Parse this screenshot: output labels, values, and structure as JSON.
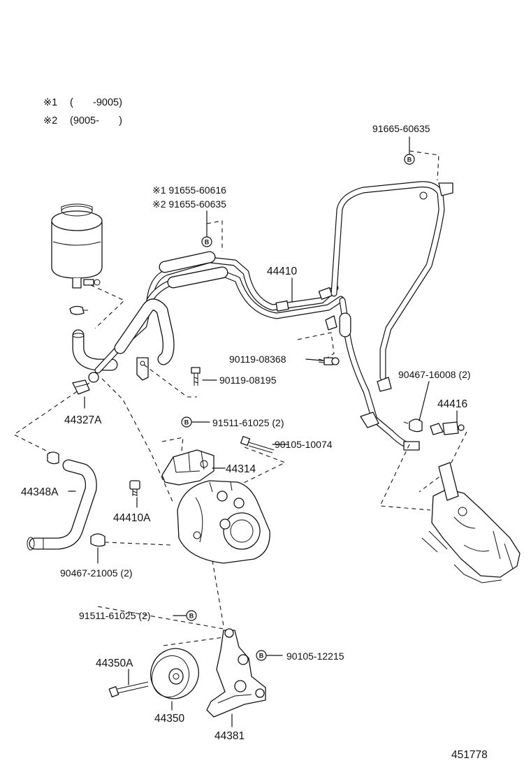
{
  "notes": [
    {
      "mark": "※1",
      "range": "(       -9005)"
    },
    {
      "mark": "※2",
      "range": "(9005-       )"
    }
  ],
  "bolt_marker": "B",
  "labels": {
    "p91665_60635_top": "91665-60635",
    "p91655_60616": "※1 91655-60616",
    "p91655_60635": "※2 91655-60635",
    "p44410": "44410",
    "p90119_08368": "90119-08368",
    "p90119_08195": "90119-08195",
    "p44327A": "44327A",
    "p91511_61025_a": "91511-61025 (2)",
    "p90105_10074": "90105-10074",
    "p44314": "44314",
    "p90467_16008": "90467-16008 (2)",
    "p44416": "44416",
    "p44348A": "44348A",
    "p44410A": "44410A",
    "p90467_21005": "90467-21005 (2)",
    "p91511_61025_b": "91511-61025 (2)",
    "p90105_12215": "90105-12215",
    "p44350A": "44350A",
    "p44350": "44350",
    "p44381": "44381"
  },
  "figure_number": "451778"
}
